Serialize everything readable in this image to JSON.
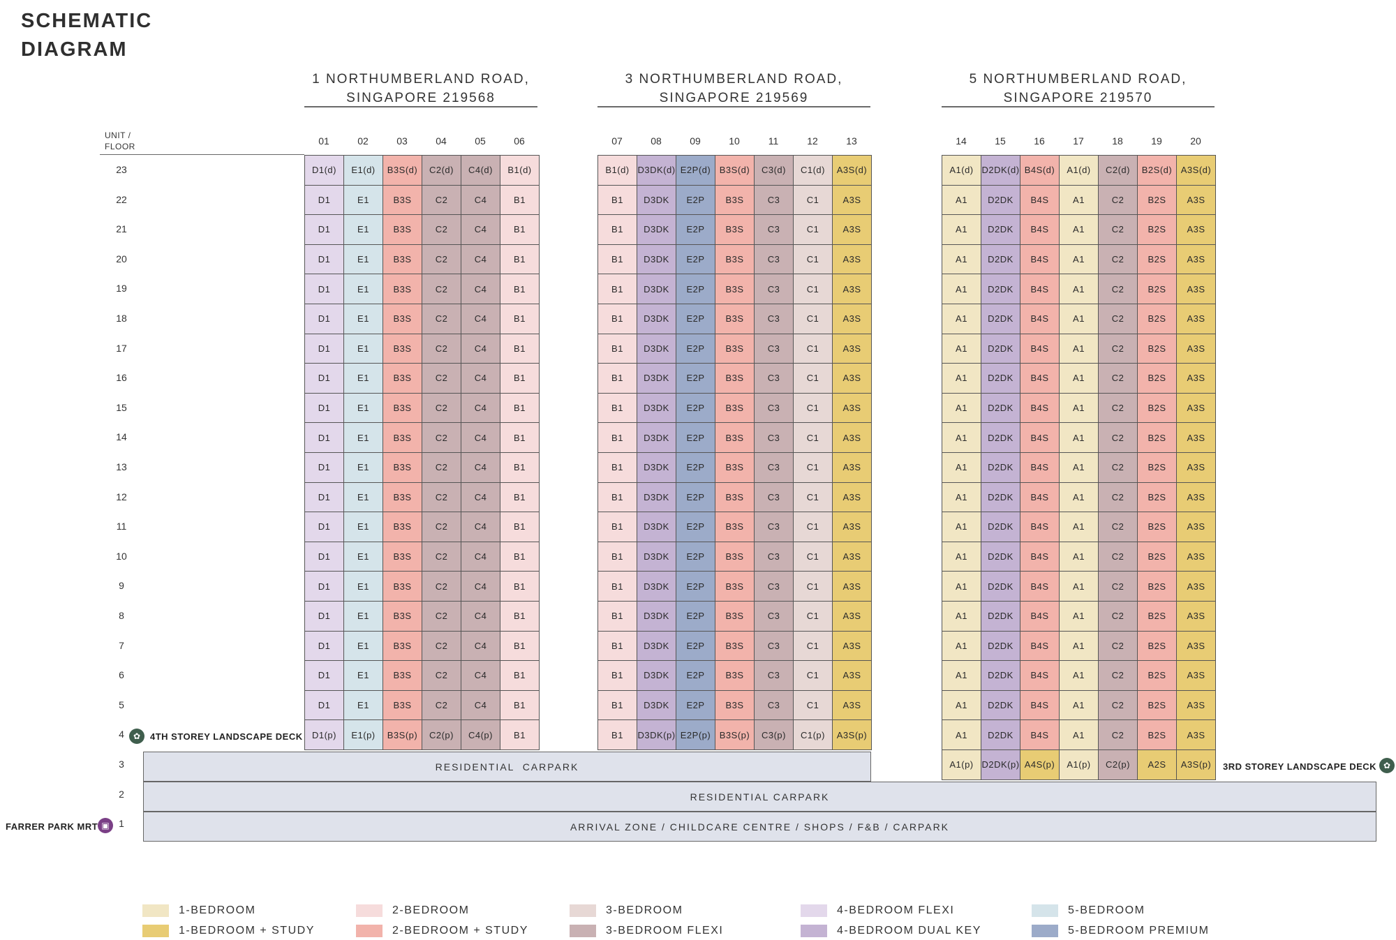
{
  "title": {
    "line1": "SCHEMATIC",
    "line2": "DIAGRAM"
  },
  "axis_label": {
    "line1": "UNIT /",
    "line2": "FLOOR"
  },
  "blocks": [
    {
      "line1": "1 NORTHUMBERLAND ROAD,",
      "line2": "SINGAPORE 219568",
      "units": [
        "01",
        "02",
        "03",
        "04",
        "05",
        "06"
      ]
    },
    {
      "line1": "3 NORTHUMBERLAND ROAD,",
      "line2": "SINGAPORE 219569",
      "units": [
        "07",
        "08",
        "09",
        "10",
        "11",
        "12",
        "13"
      ]
    },
    {
      "line1": "5 NORTHUMBERLAND ROAD,",
      "line2": "SINGAPORE 219570",
      "units": [
        "14",
        "15",
        "16",
        "17",
        "18",
        "19",
        "20"
      ]
    }
  ],
  "floors": [
    "23",
    "22",
    "21",
    "20",
    "19",
    "18",
    "17",
    "16",
    "15",
    "14",
    "13",
    "12",
    "11",
    "10",
    "9",
    "8",
    "7",
    "6",
    "5",
    "4",
    "3",
    "2",
    "1"
  ],
  "unit_types": {
    "01": {
      "d": "D1(d)",
      "t": "D1",
      "p": "D1(p)",
      "c": "lilac"
    },
    "02": {
      "d": "E1(d)",
      "t": "E1",
      "p": "E1(p)",
      "c": "lightblue"
    },
    "03": {
      "d": "B3S(d)",
      "t": "B3S",
      "p": "B3S(p)",
      "c": "salmon"
    },
    "04": {
      "d": "C2(d)",
      "t": "C2",
      "p": "C2(p)",
      "c": "mauve"
    },
    "05": {
      "d": "C4(d)",
      "t": "C4",
      "p": "C4(p)",
      "c": "mauve"
    },
    "06": {
      "d": "B1(d)",
      "t": "B1",
      "p": "B1",
      "c": "pink"
    },
    "07": {
      "d": "B1(d)",
      "t": "B1",
      "p": "B1",
      "c": "pink"
    },
    "08": {
      "d": "D3DK(d)",
      "t": "D3DK",
      "p": "D3DK(p)",
      "c": "purple"
    },
    "09": {
      "d": "E2P(d)",
      "t": "E2P",
      "p": "E2P(p)",
      "c": "steel"
    },
    "10": {
      "d": "B3S(d)",
      "t": "B3S",
      "p": "B3S(p)",
      "c": "salmon"
    },
    "11": {
      "d": "C3(d)",
      "t": "C3",
      "p": "C3(p)",
      "c": "mauve"
    },
    "12": {
      "d": "C1(d)",
      "t": "C1",
      "p": "C1(p)",
      "c": "taupe"
    },
    "13": {
      "d": "A3S(d)",
      "t": "A3S",
      "p": "A3S(p)",
      "c": "gold"
    },
    "14": {
      "d": "A1(d)",
      "t": "A1",
      "p": "A1",
      "f3": "A1(p)",
      "c": "cream"
    },
    "15": {
      "d": "D2DK(d)",
      "t": "D2DK",
      "p": "D2DK",
      "f3": "D2DK(p)",
      "c": "purple"
    },
    "16": {
      "d": "B4S(d)",
      "t": "B4S",
      "p": "B4S",
      "f3": "A4S(p)",
      "c": "salmon",
      "c3": "gold"
    },
    "17": {
      "d": "A1(d)",
      "t": "A1",
      "p": "A1",
      "f3": "A1(p)",
      "c": "cream"
    },
    "18": {
      "d": "C2(d)",
      "t": "C2",
      "p": "C2",
      "f3": "C2(p)",
      "c": "mauve"
    },
    "19": {
      "d": "B2S(d)",
      "t": "B2S",
      "p": "B2S",
      "f3": "A2S",
      "c": "salmon",
      "c3": "gold"
    },
    "20": {
      "d": "A3S(d)",
      "t": "A3S",
      "p": "A3S",
      "f3": "A3S(p)",
      "c": "gold"
    }
  },
  "colors": {
    "cream": "#f1e6c4",
    "gold": "#e8cc74",
    "pink": "#f6dcdc",
    "salmon": "#f2b3ab",
    "taupe": "#e7d8d5",
    "mauve": "#c9b1b3",
    "lilac": "#e3d8eb",
    "purple": "#c4b3d3",
    "lightblue": "#d5e4ea",
    "steel": "#9cabc9",
    "band": "#dfe2eb"
  },
  "podium": {
    "floor3": "RESIDENTIAL  CARPARK",
    "floor2": "RESIDENTIAL CARPARK",
    "floor1": "ARRIVAL ZONE / CHILDCARE CENTRE / SHOPS / F&B / CARPARK"
  },
  "landmarks": {
    "deck4": "4TH STOREY LANDSCAPE DECK",
    "deck3": "3RD STOREY LANDSCAPE DECK",
    "mrt": "FARRER PARK MRT"
  },
  "legend": [
    {
      "label": "1-BEDROOM",
      "color": "cream"
    },
    {
      "label": "1-BEDROOM + STUDY",
      "color": "gold"
    },
    {
      "label": "2-BEDROOM",
      "color": "pink"
    },
    {
      "label": "2-BEDROOM + STUDY",
      "color": "salmon"
    },
    {
      "label": "3-BEDROOM",
      "color": "taupe"
    },
    {
      "label": "3-BEDROOM FLEXI",
      "color": "mauve"
    },
    {
      "label": "4-BEDROOM FLEXI",
      "color": "lilac"
    },
    {
      "label": "4-BEDROOM DUAL KEY",
      "color": "purple"
    },
    {
      "label": "5-BEDROOM",
      "color": "lightblue"
    },
    {
      "label": "5-BEDROOM PREMIUM",
      "color": "steel"
    }
  ]
}
